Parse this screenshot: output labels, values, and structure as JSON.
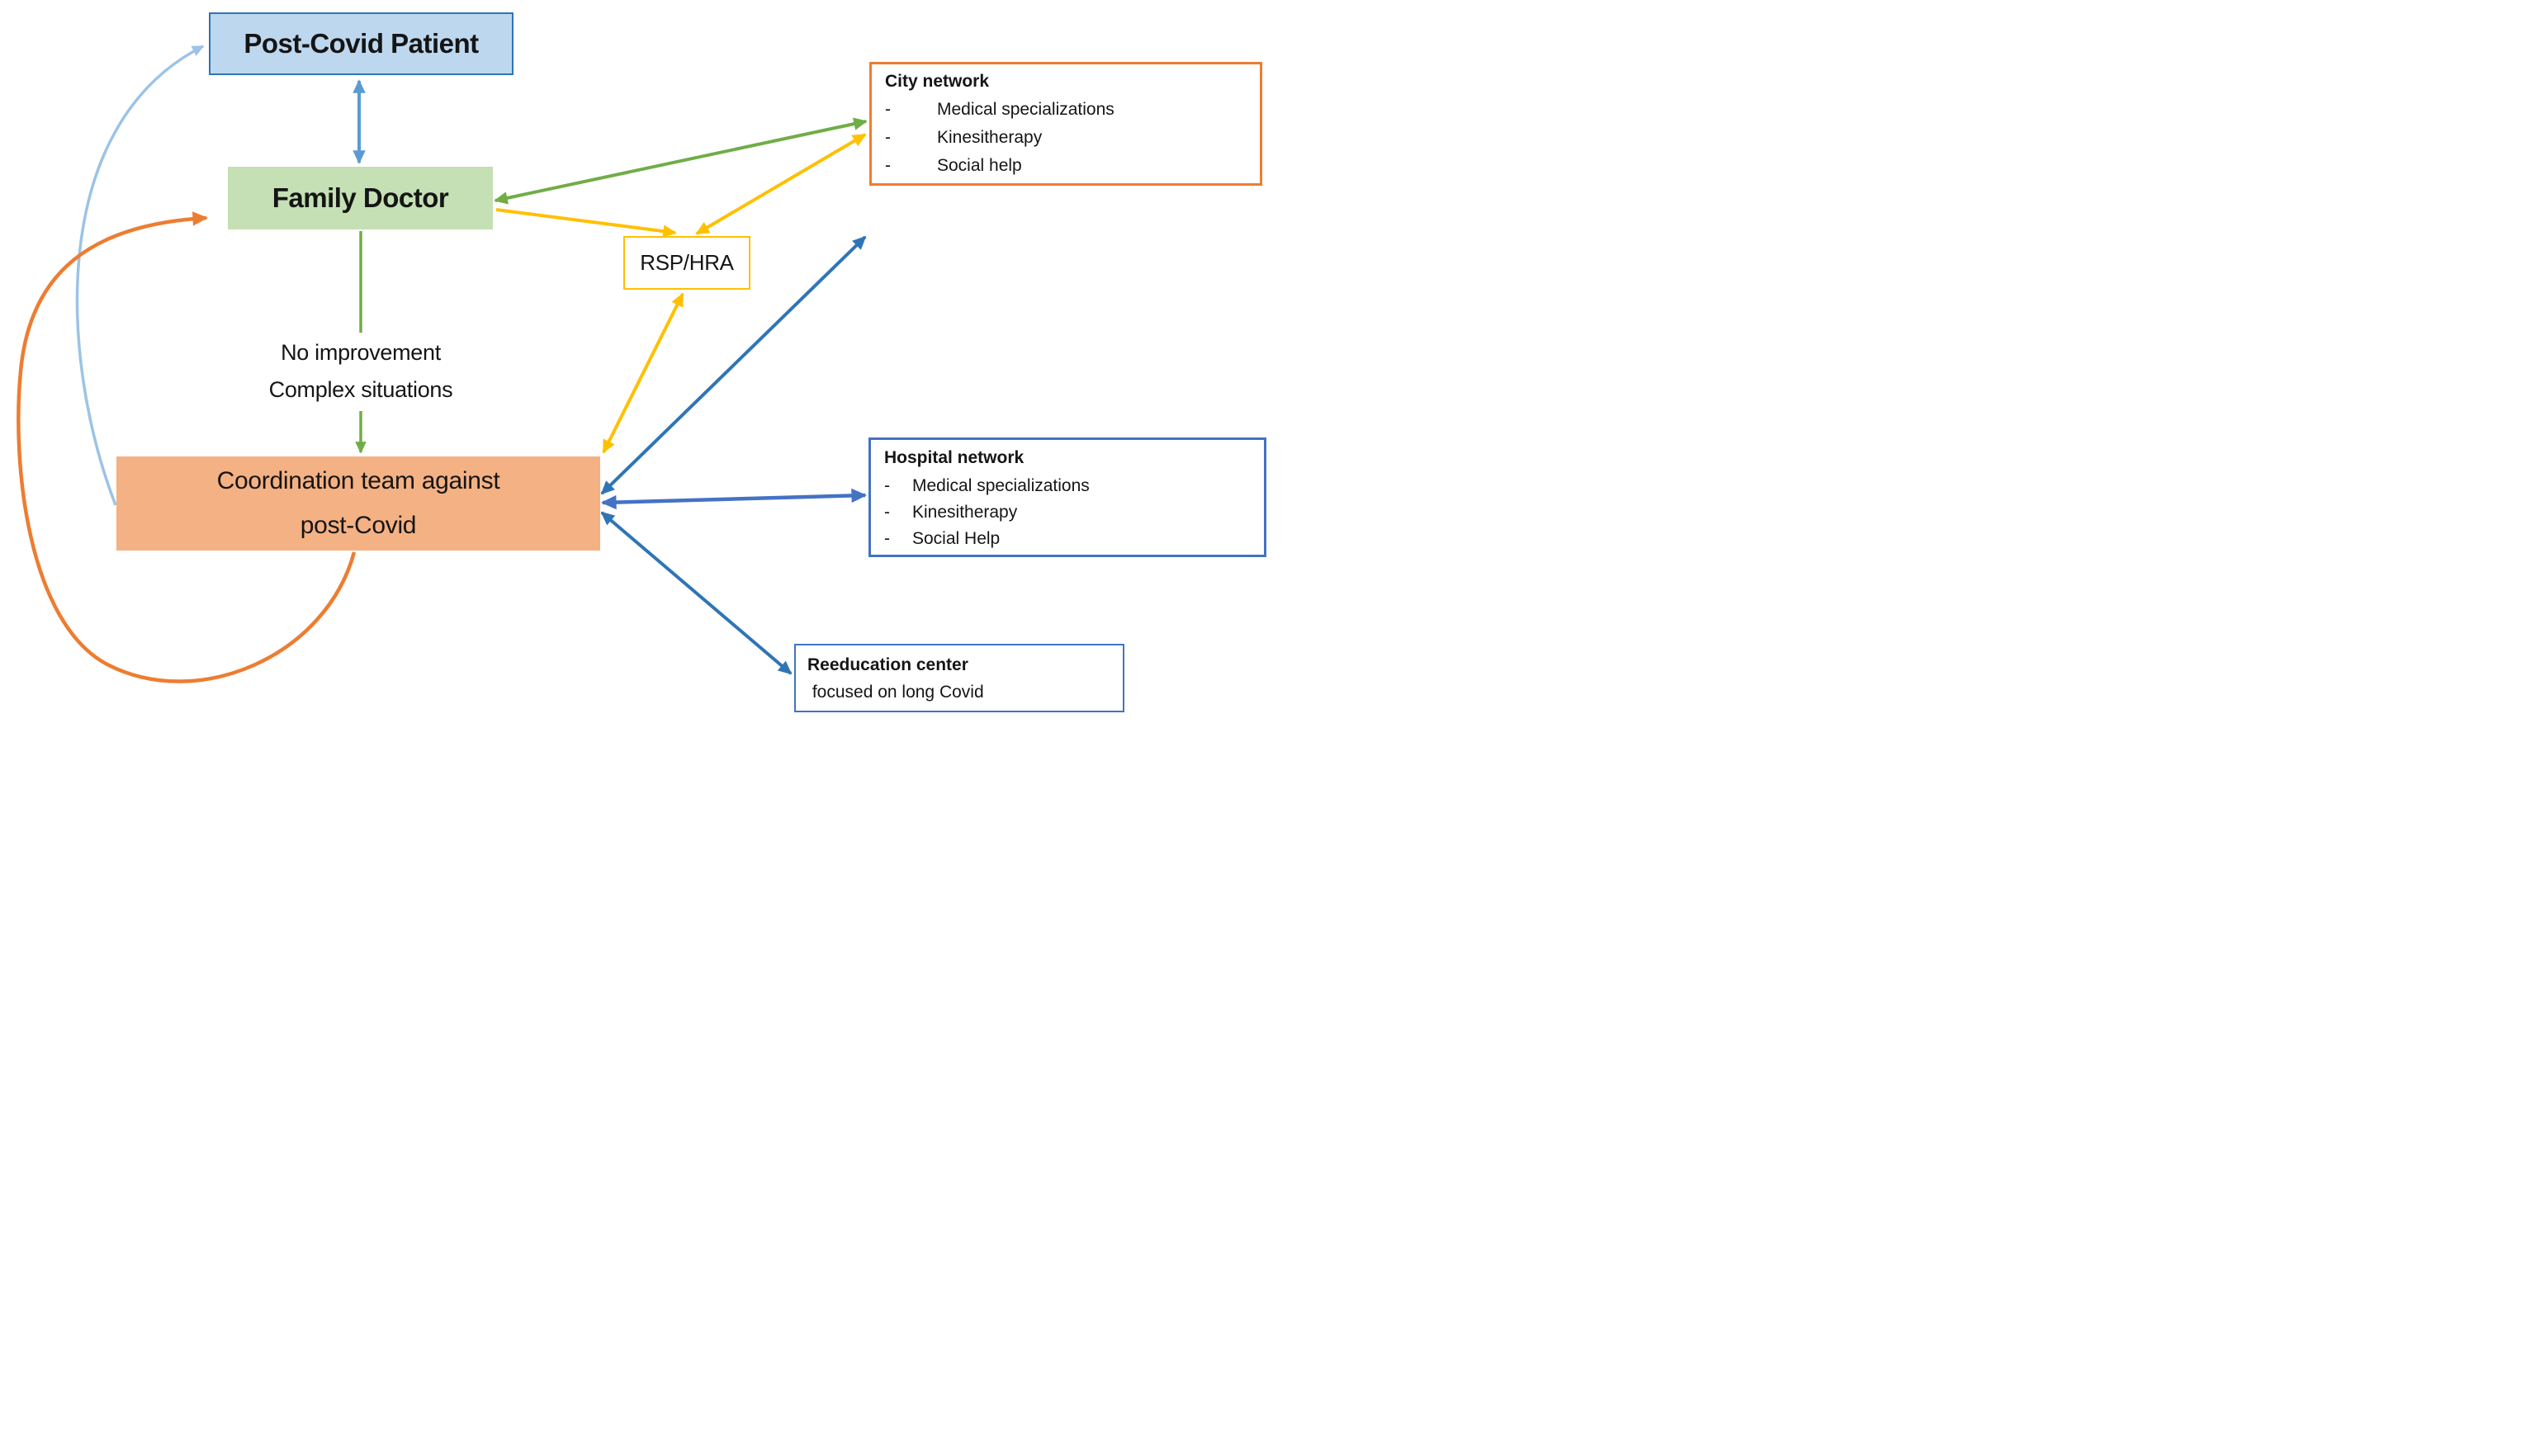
{
  "diagram": {
    "list_dash": "-",
    "nodes": {
      "post_covid_patient": {
        "label": "Post-Covid Patient"
      },
      "family_doctor": {
        "label": "Family Doctor"
      },
      "coordination_team": {
        "label": "Coordination team against\npost-Covid"
      },
      "rsp_hra": {
        "label": "RSP/HRA"
      },
      "city_network": {
        "title": "City network",
        "items": [
          "Medical specializations",
          "Kinesitherapy",
          "Social help"
        ]
      },
      "hospital_network": {
        "title": "Hospital network",
        "items": [
          "Medical specializations",
          "Kinesitherapy",
          "Social Help"
        ]
      },
      "reeducation_center": {
        "title": "Reeducation center",
        "subtitle": " focused on long Covid"
      }
    },
    "annotations": {
      "no_improvement": "No improvement\nComplex situations"
    },
    "edges": [
      {
        "from": "post_covid_patient",
        "to": "family_doctor",
        "color": "blue_medium",
        "double_headed": true
      },
      {
        "from": "family_doctor",
        "to": "coordination_team",
        "color": "green",
        "double_headed": false,
        "label": "No improvement / Complex situations"
      },
      {
        "from": "family_doctor",
        "to": "city_network",
        "color": "green",
        "double_headed": true
      },
      {
        "from": "family_doctor",
        "to": "rsp_hra",
        "color": "yellow",
        "double_headed": false
      },
      {
        "from": "city_network",
        "to": "rsp_hra",
        "color": "yellow",
        "double_headed": true
      },
      {
        "from": "rsp_hra",
        "to": "coordination_team",
        "color": "yellow",
        "double_headed": true
      },
      {
        "from": "coordination_team",
        "to": "upper-right",
        "color": "blue_steel",
        "double_headed": true
      },
      {
        "from": "coordination_team",
        "to": "hospital_network",
        "color": "blue_royal",
        "double_headed": true
      },
      {
        "from": "coordination_team",
        "to": "reeducation_center",
        "color": "blue_steel",
        "double_headed": true
      },
      {
        "from": "coordination_team",
        "to": "post_covid_patient",
        "color": "blue_light",
        "double_headed": false,
        "curved": true
      },
      {
        "from": "coordination_team",
        "to": "family_doctor",
        "color": "orange",
        "double_headed": false,
        "curved": true
      }
    ]
  },
  "colors": {
    "green": "#70AD47",
    "yellow": "#FFC000",
    "blue_light": "#9CC3E6",
    "blue_medium": "#5B9BD5",
    "blue_steel": "#2E75B6",
    "blue_royal": "#4472C4",
    "orange": "#ED7D31",
    "patient_fill": "#BDD7EE",
    "patient_border": "#2E75B6",
    "doctor_fill": "#C5E0B4",
    "coordination_fill": "#F4B183"
  }
}
